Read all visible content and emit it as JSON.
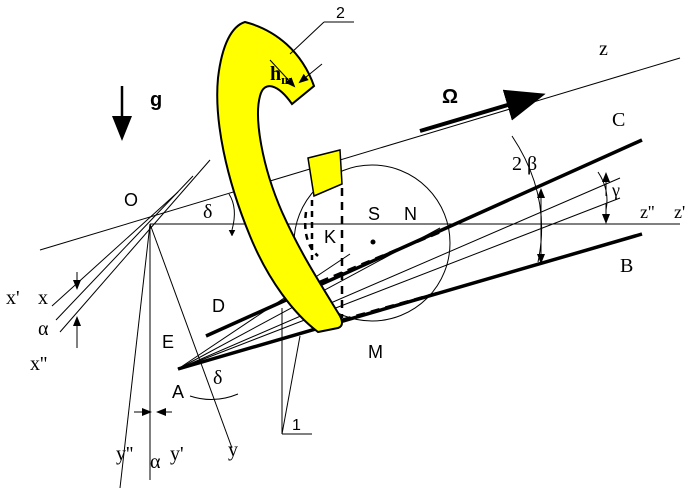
{
  "diagram": {
    "labels": {
      "z": "z",
      "C": "C",
      "B": "B",
      "z_dd": "z''",
      "z_d": "z'",
      "two_beta": "2 β",
      "gamma": "γ",
      "Omega": "Ω",
      "g": "g",
      "O": "O",
      "delta_top": "δ",
      "S": "S",
      "N": "N",
      "K": "K",
      "M": "M",
      "D": "D",
      "E": "E",
      "A": "A",
      "delta_bottom": "δ",
      "x_d": "x'",
      "x": "x",
      "alpha_left": "α",
      "x_dd": "x''",
      "y_dd": "y''",
      "alpha_bottom": "α",
      "y_d": "y'",
      "y": "y",
      "h_main": "h",
      "h_sub": "ш",
      "callout_1": "1",
      "callout_2": "2"
    },
    "colors": {
      "ink": "#000000",
      "highlight": "#ffff00",
      "background": "#ffffff"
    }
  }
}
